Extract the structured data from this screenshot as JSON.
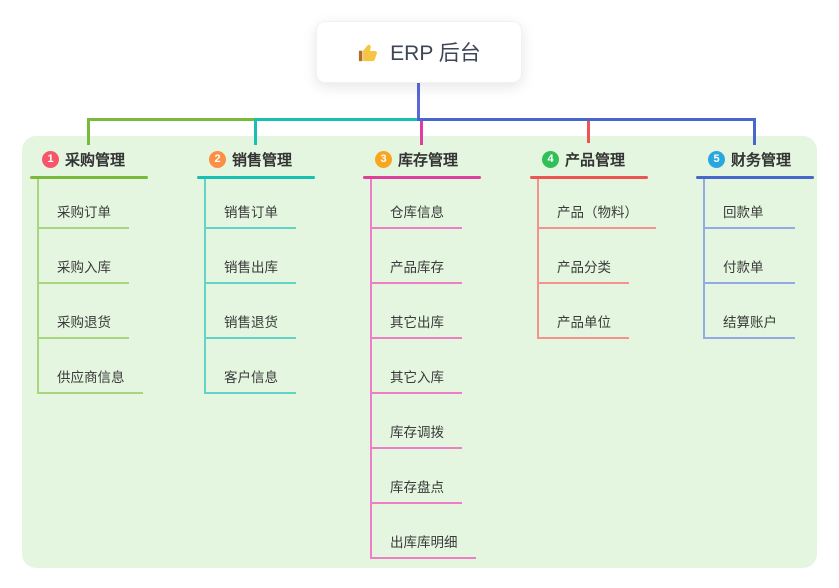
{
  "root": {
    "label": "ERP 后台",
    "icon": "thumbs-up-icon"
  },
  "branches": [
    {
      "index": "1",
      "label": "采购管理",
      "badge_color": "#f6566a",
      "line_color": "#79ba3d",
      "child_line_color": "#a9d57f",
      "children": [
        "采购订单",
        "采购入库",
        "采购退货",
        "供应商信息"
      ]
    },
    {
      "index": "2",
      "label": "销售管理",
      "badge_color": "#fc8f44",
      "line_color": "#17c0b0",
      "child_line_color": "#63d3c8",
      "children": [
        "销售订单",
        "销售出库",
        "销售退货",
        "客户信息"
      ]
    },
    {
      "index": "3",
      "label": "库存管理",
      "badge_color": "#f8a61e",
      "line_color": "#dd3f9f",
      "child_line_color": "#ee7fc4",
      "children": [
        "仓库信息",
        "产品库存",
        "其它出库",
        "其它入库",
        "库存调拨",
        "库存盘点",
        "出库库明细"
      ]
    },
    {
      "index": "4",
      "label": "产品管理",
      "badge_color": "#31bf58",
      "line_color": "#ef5352",
      "child_line_color": "#f59290",
      "children": [
        "产品（物料）",
        "产品分类",
        "产品单位"
      ]
    },
    {
      "index": "5",
      "label": "财务管理",
      "badge_color": "#2ba7df",
      "line_color": "#4767cb",
      "child_line_color": "#95a9e2",
      "children": [
        "回款单",
        "付款单",
        "结算账户"
      ]
    }
  ],
  "colors": {
    "panel_bg": "#e4f6e0",
    "root_connector": "#5a68d8",
    "text": "#3a3a3a"
  }
}
